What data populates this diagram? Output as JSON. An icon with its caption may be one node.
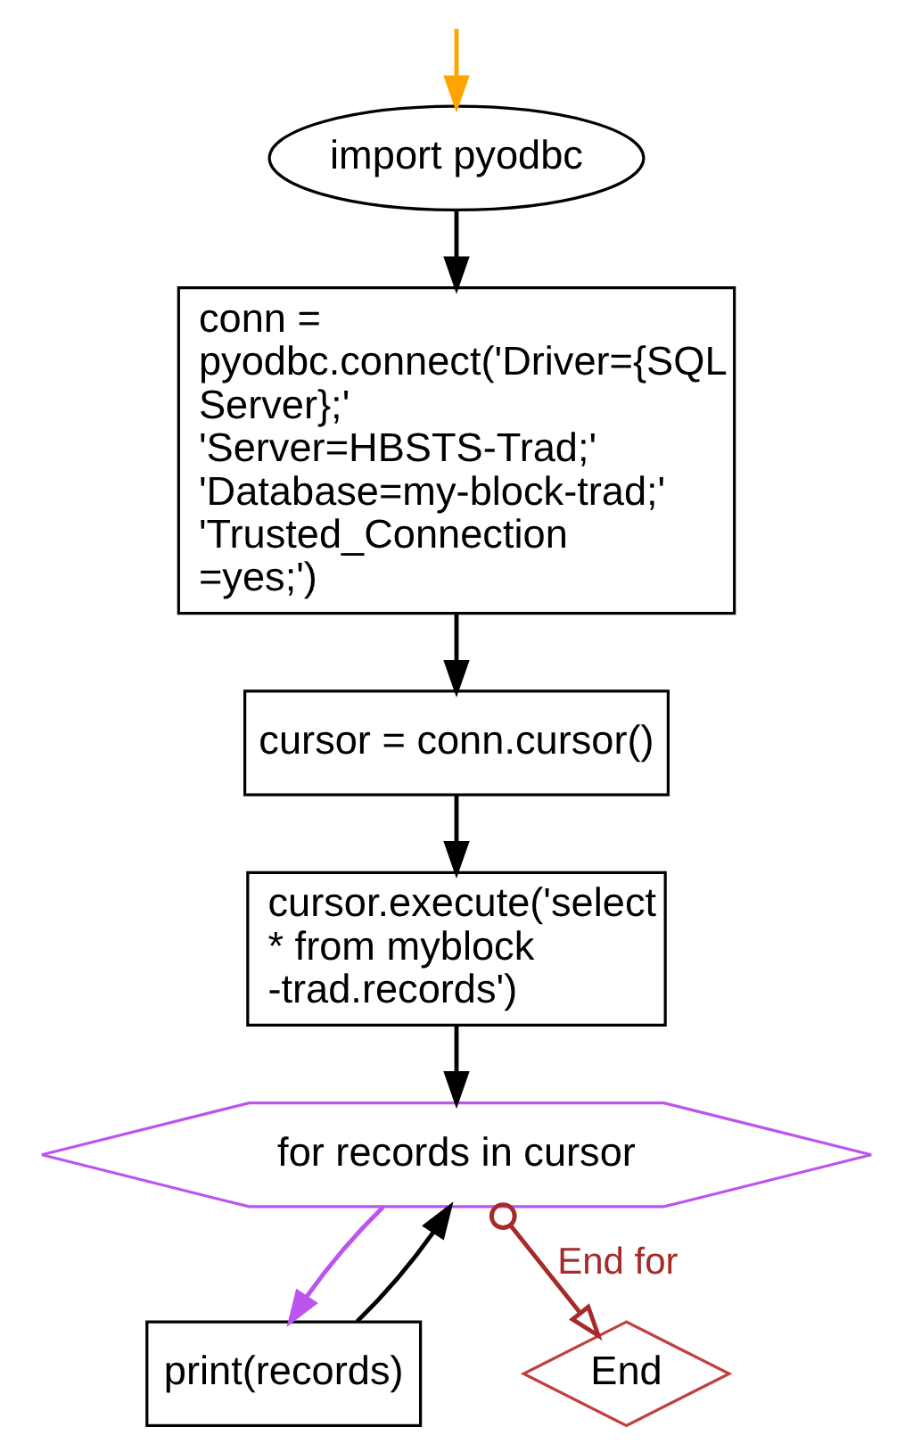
{
  "diagram": {
    "nodes": [
      {
        "text": [
          "import pyodbc"
        ]
      },
      {
        "text": [
          "conn = pyodbc.connect('Driver={SQL Server};' 'Server=HBSTS-Trad;' 'Database=my-block-trad;' 'Trusted_Connection =yes;')"
        ]
      },
      {
        "text": [
          "cursor = conn.cursor()"
        ]
      },
      {
        "text": [
          "cursor.execute('select * from myblock -trad.records')"
        ]
      },
      {
        "text": [
          "for records in cursor"
        ]
      },
      {
        "text": [
          "print(records)"
        ]
      },
      {
        "text": [
          "End"
        ]
      }
    ],
    "edges": [
      {
        "from": null,
        "to": 0,
        "arrow": "to",
        "color": "#ffa500"
      },
      {
        "from": 0,
        "to": 1,
        "arrow": "to"
      },
      {
        "from": 1,
        "to": 2,
        "arrow": "to"
      },
      {
        "from": 2,
        "to": 3,
        "arrow": "to"
      },
      {
        "from": 3,
        "to": 4,
        "arrow": "to"
      },
      {
        "from": 4,
        "to": 5,
        "arrow": "to",
        "color": "#bb55ee"
      },
      {
        "from": 5,
        "to": 4,
        "arrow": "to"
      },
      {
        "from": 4,
        "to": 6,
        "arrow": "to",
        "label": "End for",
        "color": "#a52a2a"
      }
    ]
  }
}
